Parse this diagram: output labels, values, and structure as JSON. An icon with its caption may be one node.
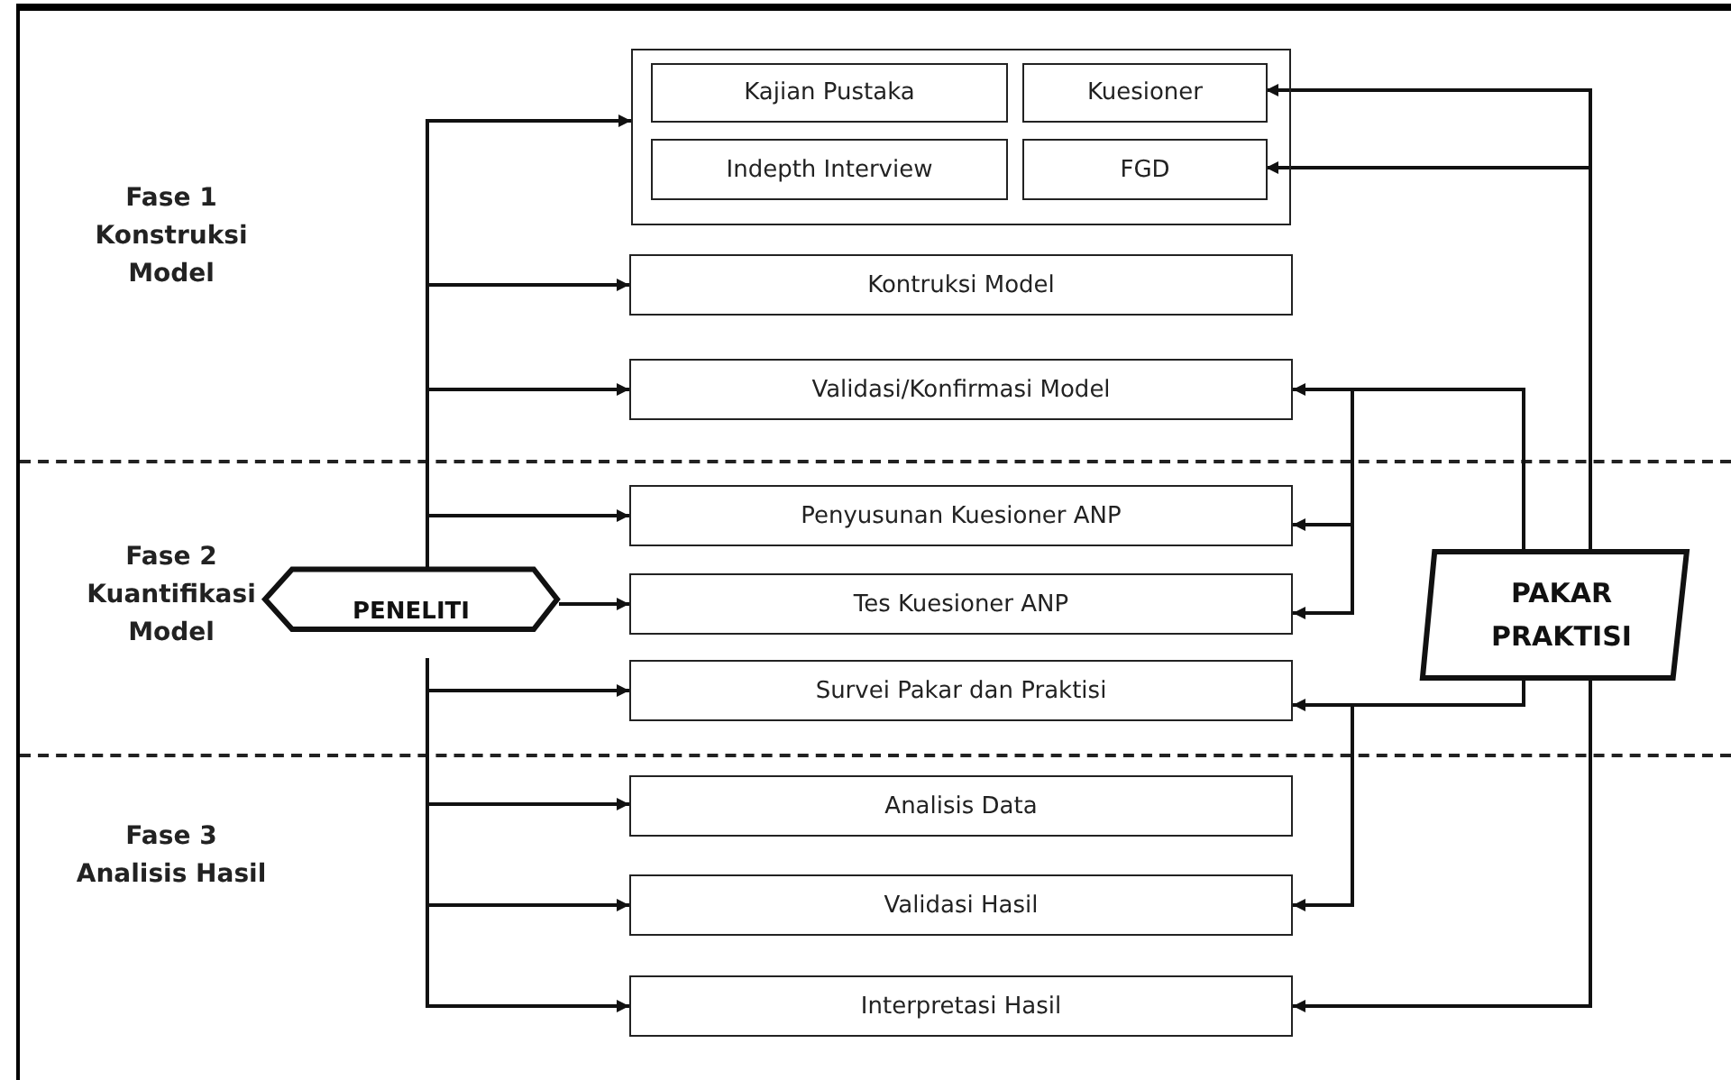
{
  "diagram": {
    "nodes": [
      {
        "text": [],
        "shape": "box"
      },
      {
        "text": [
          "Kajian Pustaka"
        ],
        "in": 0
      },
      {
        "text": [
          "Kuesioner"
        ],
        "in": 0
      },
      {
        "text": [
          "Indepth Interview"
        ],
        "in": 0
      },
      {
        "text": [
          "FGD"
        ],
        "in": 0
      },
      {
        "text": [
          "Kontruksi Model"
        ]
      },
      {
        "text": [
          "Validasi/Konfirmasi Model"
        ]
      },
      {
        "text": [
          "Penyusunan Kuesioner ANP"
        ]
      },
      {
        "text": [
          "Tes Kuesioner ANP"
        ]
      },
      {
        "text": [
          "Survei Pakar dan Praktisi"
        ]
      },
      {
        "text": [
          "Analisis Data"
        ]
      },
      {
        "text": [
          "Validasi Hasil"
        ]
      },
      {
        "text": [
          "Interpretasi Hasil"
        ]
      },
      {
        "text": [
          "PENELITI"
        ]
      },
      {
        "text": [
          "PAKAR PRAKTISI"
        ]
      }
    ],
    "edges": [
      {
        "from": 13,
        "to": 0,
        "arrow": "to"
      },
      {
        "from": 13,
        "to": 5,
        "arrow": "to"
      },
      {
        "from": 13,
        "to": 6,
        "arrow": "to"
      },
      {
        "from": 13,
        "to": 7,
        "arrow": "to"
      },
      {
        "from": 13,
        "to": 8,
        "arrow": "to"
      },
      {
        "from": 13,
        "to": 9,
        "arrow": "to"
      },
      {
        "from": 13,
        "to": 10,
        "arrow": "to"
      },
      {
        "from": 13,
        "to": 11,
        "arrow": "to"
      },
      {
        "from": 13,
        "to": 12,
        "arrow": "to"
      },
      {
        "from": 14,
        "to": 2,
        "arrow": "to"
      },
      {
        "from": 14,
        "to": 4,
        "arrow": "to"
      },
      {
        "from": 14,
        "to": 6,
        "arrow": "to"
      },
      {
        "from": 14,
        "to": 7,
        "arrow": "to"
      },
      {
        "from": 14,
        "to": 8,
        "arrow": "to"
      },
      {
        "from": 14,
        "to": 9,
        "arrow": "to"
      },
      {
        "from": 14,
        "to": 11,
        "arrow": "to"
      },
      {
        "from": 14,
        "to": 12,
        "arrow": "to"
      }
    ],
    "labels": [
      "Fase 1 Konstruksi Model",
      "Fase 2 Kuantifikasi Model",
      "Fase 3 Analisis Hasil"
    ]
  }
}
